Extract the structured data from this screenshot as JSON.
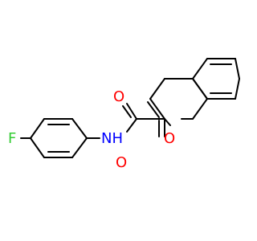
{
  "molecule": {
    "atoms": [
      {
        "id": "F",
        "label": "F",
        "color": "#33cc33"
      },
      {
        "id": "N",
        "label": "NH",
        "color": "#0000ff"
      },
      {
        "id": "O_amide",
        "label": "O",
        "color": "#ff0000"
      },
      {
        "id": "O_carbonyl",
        "label": "O",
        "color": "#ff0000"
      },
      {
        "id": "O_ring",
        "label": "O",
        "color": "#ff0000"
      }
    ],
    "bond_color": "#000000"
  }
}
